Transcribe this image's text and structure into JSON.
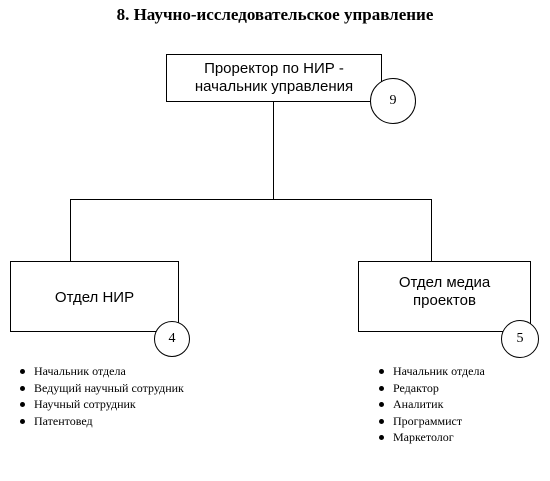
{
  "title": "8. Научно-исследовательское управление",
  "nodes": {
    "head": {
      "label": "Проректор по НИР -\nначальник управления",
      "count": "9"
    },
    "nir": {
      "label": "Отдел  НИР",
      "count": "4",
      "staff": [
        "Начальник отдела",
        "Ведущий научный сотрудник",
        "Научный сотрудник",
        "Патентовед"
      ]
    },
    "media": {
      "label": "Отдел  медиа\nпроектов",
      "count": "5",
      "staff": [
        "Начальник отдела",
        "Редактор",
        "Аналитик",
        "Программист",
        "Маркетолог"
      ]
    }
  }
}
